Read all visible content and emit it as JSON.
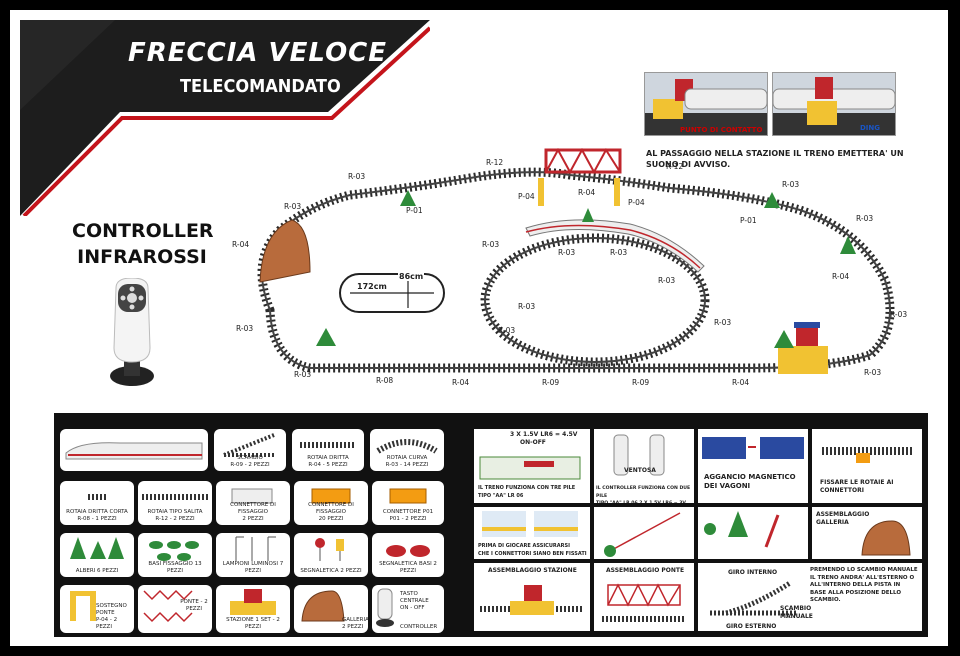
{
  "header": {
    "title": "FRECCIA VELOCE",
    "subtitle": "TELECOMANDATO"
  },
  "controller": {
    "title": "CONTROLLER INFRAROSSI"
  },
  "contact_panel": {
    "point_label": "PUNTO DI CONTATTO",
    "ding_label": "DING",
    "note": "AL PASSAGGIO NELLA STAZIONE IL TRENO EMETTERA' UN SUONO DI AVVISO."
  },
  "dimensions": {
    "width": "172cm",
    "height": "86cm"
  },
  "track_labels": [
    "R-12",
    "R-12",
    "R-03",
    "R-03",
    "P-04",
    "P-04",
    "R-04",
    "P-01",
    "R-03",
    "R-04",
    "R-03",
    "R-03",
    "R-03",
    "R-03",
    "P-01",
    "R-03",
    "R-04",
    "R-03",
    "R-03",
    "R-03",
    "R-03",
    "R-08",
    "R-04",
    "R-09",
    "R-09",
    "R-04",
    "R-03",
    "R-03",
    "R-03"
  ],
  "parts": {
    "scambio": "SCAMBIO\nR-09 - 2 PEZZI",
    "rotaia_dritta": "ROTAIA DRITTA\nR-04 - 5 PEZZI",
    "rotaia_curva": "ROTAIA CURVA\nR-03 - 14 PEZZI",
    "rotaia_corta": "ROTAIA DRITTA CORTA\nR-08 - 1 PEZZI",
    "rotaia_salita": "ROTAIA TIPO SALITA\nR-12 - 2 PEZZI",
    "connettore_fissaggio_2": "CONNETTORE DI FISSAGGIO\n2 PEZZI",
    "connettore_fissaggio_20": "CONNETTORE DI FISSAGGIO\n20 PEZZI",
    "connettore_p01": "CONNETTORE P01\nP01 - 2 PEZZI",
    "alberi": "ALBERI 6 PEZZI",
    "basi_fissaggio": "BASI FISSAGGIO 13 PEZZI",
    "lampioni": "LAMPIONI LUMINOSI 7 PEZZI",
    "segnaletica_2": "SEGNALETICA 2 PEZZI",
    "segnaletica_basi": "SEGNALETICA BASI 2 PEZZI",
    "sostegno_ponte": "SOSTEGNO\nPONTE\nP-04 - 2 PEZZI",
    "ponte": "PONTE - 2 PEZZI",
    "stazione": "STAZIONE 1 SET - 2 PEZZI",
    "galleria": "GALLERIA\n2 PEZZI",
    "tasto_centrale": "TASTO CENTRALE\nON - OFF",
    "controller": "CONTROLLER"
  },
  "instructions": {
    "battery_spec": "3 X 1.5V LR6 = 4.5V",
    "on_off": "ON-OFF",
    "train_battery": "IL TRENO FUNZIONA CON TRE PILE\nTIPO \"AA\" LR 06",
    "ventosa": "VENTOSA",
    "controller_battery": "IL CONTROLLER FUNZIONA CON DUE PILE\nTIPO \"AA\" LR 06 2 X 1.5V LR6 = 3V",
    "aggancio": "AGGANCIO MAGNETICO\nDEI VAGONI",
    "fissare": "FISSARE LE ROTAIE AI\nCONNETTORI",
    "suction_check": "PRIMA DI GIOCARE ASSICURARSI\nCHE I CONNETTORI SIANO BEN FISSATI",
    "galleria": "ASSEMBLAGGIO\nGALLERIA",
    "stazione": "ASSEMBLAGGIO STAZIONE",
    "ponte": "ASSEMBLAGGIO PONTE",
    "giro_interno": "GIRO INTERNO",
    "giro_esterno": "GIRO ESTERNO",
    "scambio_manuale": "SCAMBIO\nMANUALE",
    "scambio_note": "PREMENDO LO SCAMBIO MANUALE IL TRENO ANDRA' ALL'ESTERNO O ALL'INTERNO DELLA PISTA IN BASE ALLA POSIZIONE DELLO SCAMBIO."
  },
  "colors": {
    "banner": "#1d1d1d",
    "banner_accent": "#c4141b",
    "track": "#2a2a2a",
    "station": "#f1c232",
    "bridge": "#c0262c",
    "panel": "#111111"
  }
}
